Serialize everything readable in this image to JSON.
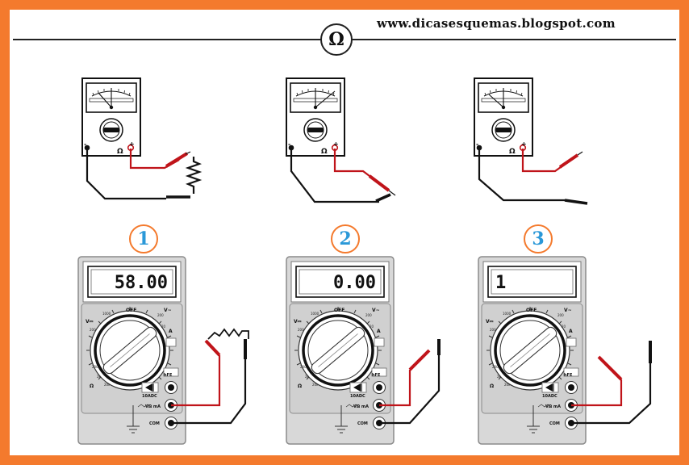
{
  "header": {
    "symbol": "Ω",
    "url": "www.dicasesquemas.blogspot.com"
  },
  "steps": [
    {
      "number": "1",
      "display": "58.00"
    },
    {
      "number": "2",
      "display": "0.00"
    },
    {
      "number": "3",
      "display": "1"
    }
  ],
  "analog_terminal_labels": {
    "minus": "-",
    "ohm": "Ω",
    "plus": "+"
  },
  "digital_labels": {
    "off": "OFF",
    "v_dc": "V⎓",
    "v_ac": "V~",
    "ohm": "Ω",
    "amp": "A",
    "hfe": "hFE",
    "range_10adc": "10ADC",
    "jack_vma": "VΩ mA",
    "jack_com": "COM"
  },
  "colors": {
    "border": "#f47a2d",
    "badge_number": "#2a98d8",
    "red_lead": "#c0141a",
    "black_lead": "#111111",
    "meter_body": "#d8d8d8"
  }
}
